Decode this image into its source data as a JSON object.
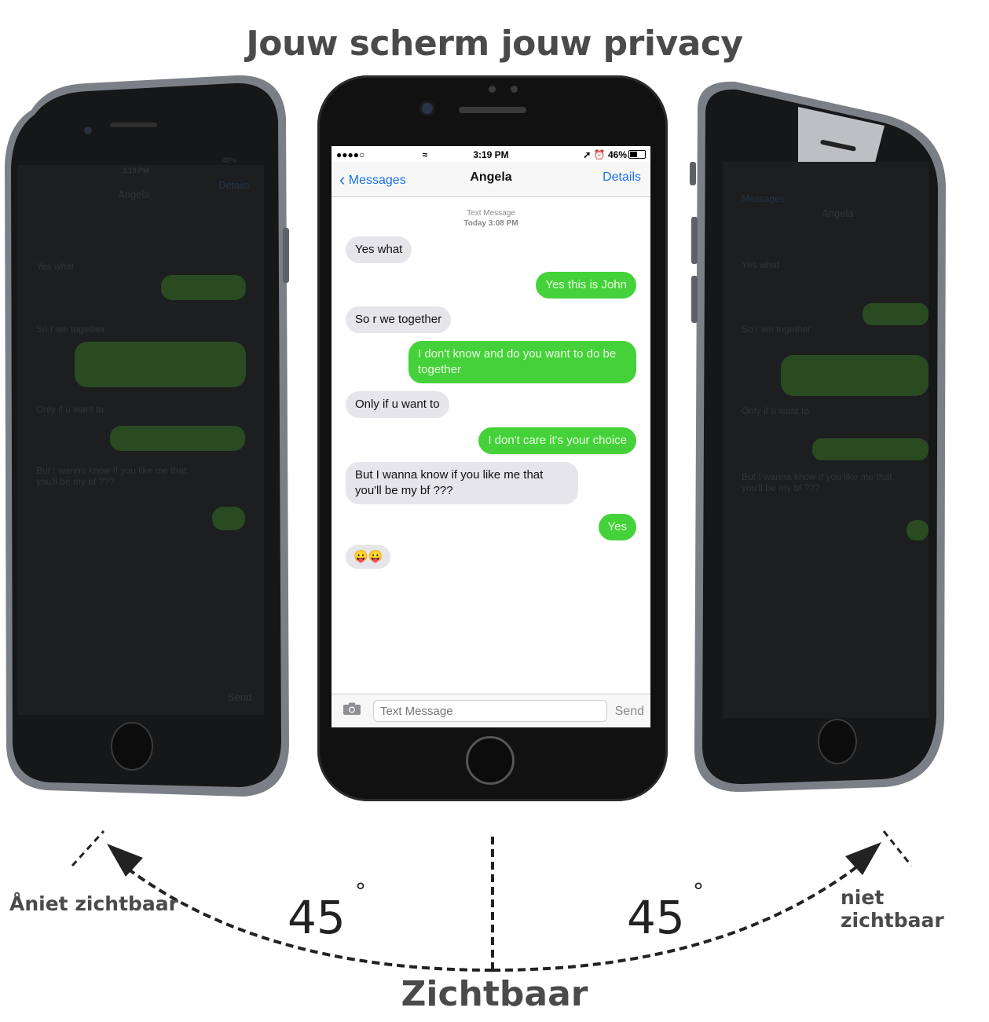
{
  "title": "Jouw scherm jouw privacy",
  "bottom_label": "Zichtbaar",
  "left_label": "Åniet zichtbaar",
  "right_label": "niet zichtbaar",
  "angle_left": "45",
  "angle_right": "45",
  "degree_symbol": "°",
  "phone": {
    "status_time": "3:19 PM",
    "status_battery": "46%",
    "nav_back": "Messages",
    "nav_title": "Angela",
    "nav_details": "Details",
    "stamp_type": "Text Message",
    "stamp_time": "Today 3:08 PM",
    "input_placeholder": "Text Message",
    "send_label": "Send",
    "messages": [
      {
        "dir": "in",
        "text": "Yes what"
      },
      {
        "dir": "out",
        "text": "Yes this is John"
      },
      {
        "dir": "in",
        "text": "So r we together"
      },
      {
        "dir": "out",
        "text": "I don't know and do you want to do be together"
      },
      {
        "dir": "in",
        "text": "Only if u want to"
      },
      {
        "dir": "out",
        "text": "I don't care it's your choice"
      },
      {
        "dir": "in",
        "text": "But I wanna know if you like me that you'll be my bf ???"
      },
      {
        "dir": "out",
        "text": "Yes"
      },
      {
        "dir": "in",
        "text": "😛😛"
      }
    ]
  },
  "left_phone": {
    "status_time": "3:19 PM",
    "status_battery": "46%",
    "nav_title": "Angela",
    "nav_details": "Details",
    "messages": [
      "Yes what",
      "So r we together",
      "Only if u want to",
      "But I wanna know if you like me that you'll be my bf ???"
    ],
    "send_label": "Send"
  },
  "right_phone": {
    "nav_back": "Messages",
    "nav_title": "Angela",
    "messages": [
      "Yes what",
      "So r we together",
      "Only if u want to",
      "But I wanna know if you like me that you'll be my bf ???"
    ]
  },
  "colors": {
    "imessage_green": "#45d13a",
    "bubble_gray": "#e5e5ea",
    "ios_blue": "#1a73e8",
    "label_gray": "#4a4a4a"
  }
}
